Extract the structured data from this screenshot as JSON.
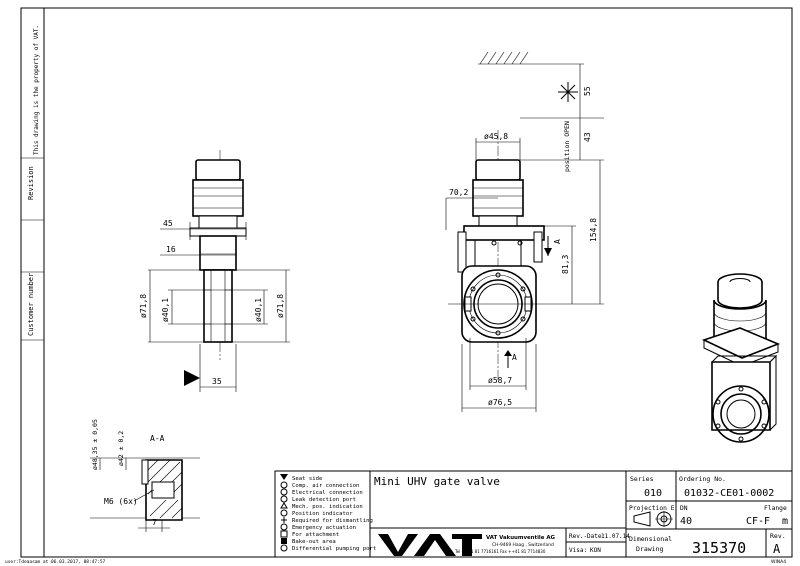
{
  "sidebar": {
    "property_note": "This drawing is the property of VAT.",
    "revision_label": "Revision",
    "customer_number_label": "Customer number",
    "bottom_note": "user:Tdeaasam at 06.03.2017, 08:47:57"
  },
  "dims": {
    "side": {
      "d45": "45",
      "d16": "16",
      "d71_8_left": "ø71,8",
      "d40_1_left": "ø40,1",
      "d40_1_right": "ø40,1",
      "d71_8_right": "ø71,8",
      "d35": "35"
    },
    "front": {
      "d45_8": "ø45,8",
      "d70_2": "70,2",
      "d58_7": "ø58,7",
      "d76_5": "ø76,5",
      "d55": "55",
      "position_open": "position OPEN",
      "d43": "43",
      "d154_8": "154,8",
      "d81_3": "81,3",
      "section_a_top": "A",
      "section_a_bottom": "A"
    },
    "section": {
      "title": "A-A",
      "d48_35": "ø48,35 ± 0,05",
      "d42": "ø42 ± 0,2",
      "m6": "M6 (6x)",
      "d7": "7"
    }
  },
  "legend": [
    "Seat side",
    "Comp. air connection",
    "Electrical connection",
    "Leak detection port",
    "Mech. pos. indication",
    "Position indicator",
    "Required for dismantling",
    "Emergency actuation",
    "For attachment",
    "Bake-out area",
    "Differential pumping port"
  ],
  "title_block": {
    "title": "Mini UHV gate valve",
    "series_label": "Series",
    "series_value": "010",
    "ordering_label": "Ordering No.",
    "ordering_value": "01032-CE01-0002",
    "projection_label": "Projection E",
    "dn_label": "DN",
    "dn_value": "40",
    "flange_label": "Flange",
    "flange_value": "CF-F",
    "flange_unit": "m",
    "company_name": "VAT Vakuumventile AG",
    "company_address": "CH-9469 Haag , Switzerland",
    "company_phone": "Tel ++41 81 7716161 Fax ++41 81 7714830",
    "rev_date_label": "Rev.-Date:",
    "rev_date_value": "11.07.14",
    "visa_label": "Visa:",
    "visa_value": "KON",
    "doc_type": "Dimensional Drawing",
    "drawing_number": "315370",
    "rev_label": "Rev.",
    "rev_value": "A",
    "logo_text": "VAT",
    "format": "WINA4"
  }
}
